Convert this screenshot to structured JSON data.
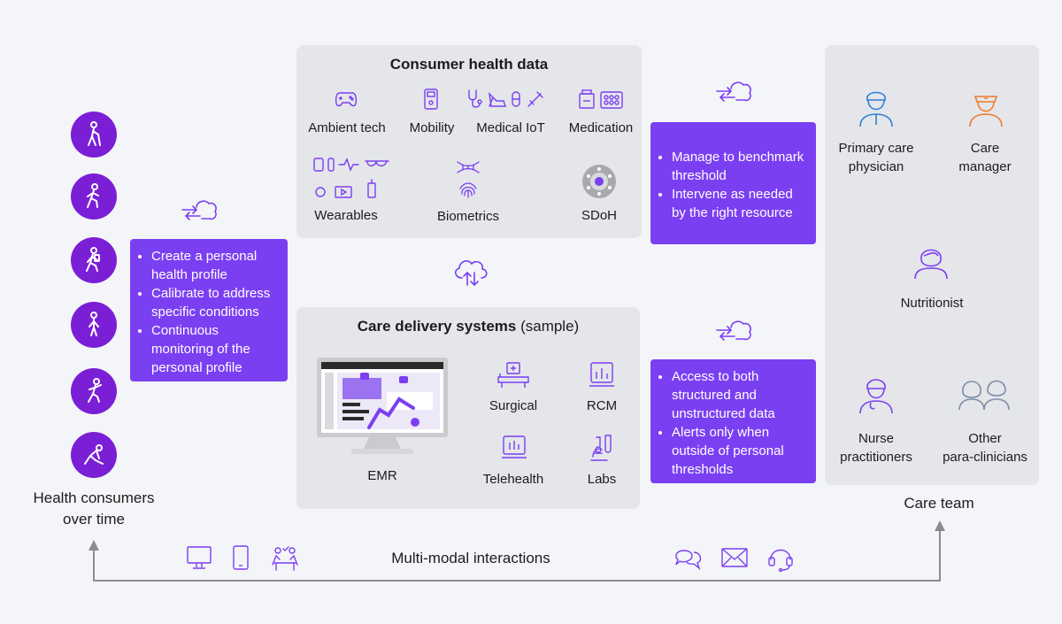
{
  "consumers": {
    "label_line1": "Health consumers",
    "label_line2": "over time"
  },
  "profile_box": {
    "items": [
      "Create a personal health profile",
      "Calibrate to address specific conditions",
      "Continuous monitoring of the personal profile"
    ],
    "lines": [
      "Create a personal",
      "health profile",
      "Calibrate to address",
      "specific conditions",
      "Continuous",
      "monitoring of the",
      "personal profile"
    ]
  },
  "consumer_data": {
    "title": "Consumer health data",
    "categories": [
      "Ambient tech",
      "Mobility",
      "Medical IoT",
      "Medication",
      "Wearables",
      "Biometrics",
      "SDoH"
    ]
  },
  "care_delivery": {
    "title_bold": "Care delivery systems",
    "title_suffix": "(sample)",
    "systems": [
      "EMR",
      "Surgical",
      "RCM",
      "Telehealth",
      "Labs"
    ]
  },
  "benchmark_box": {
    "lines": [
      "Manage to benchmark",
      "threshold",
      "Intervene as needed",
      "by the right resource"
    ]
  },
  "access_box": {
    "lines": [
      "Access to both",
      "structured and",
      "unstructured data",
      "Alerts only when",
      "outside of personal",
      "thresholds"
    ]
  },
  "care_team": {
    "label": "Care team",
    "members": [
      {
        "line1": "Primary care",
        "line2": "physician"
      },
      {
        "line1": "Care",
        "line2": "manager"
      },
      {
        "line1": "Nutritionist",
        "line2": ""
      },
      {
        "line1": "Nurse",
        "line2": "practitioners"
      },
      {
        "line1": "Other",
        "line2": "para-clinicians"
      }
    ]
  },
  "interactions": {
    "label": "Multi-modal interactions"
  },
  "colors": {
    "purple": "#7b3ff2",
    "circle": "#7b1fd6",
    "panel": "#e4e6ea",
    "blue_icon": "#2f7fd8",
    "orange_icon": "#f07a28"
  }
}
